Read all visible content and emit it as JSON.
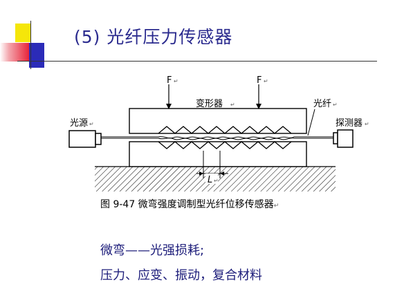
{
  "slide": {
    "title": "(5) 光纤压力传感器",
    "caption": "图 9-47  微弯强度调制型光纤位移传感器",
    "bullets": [
      "微弯——光强损耗;",
      "压力、应变、振动，复合材料"
    ],
    "colors": {
      "title": "#2a2a8e",
      "bullet_text": "#1c1c7a",
      "deco_yellow": "#f5e60a",
      "deco_red": "#e8243a",
      "deco_blue": "#2b2bb8"
    }
  },
  "diagram": {
    "labels": {
      "force_left": "F",
      "force_right": "F",
      "deformer": "变形器",
      "fiber": "光纤",
      "source": "光源",
      "detector": "探测器",
      "length": "L"
    },
    "edit_mark": "↵"
  }
}
